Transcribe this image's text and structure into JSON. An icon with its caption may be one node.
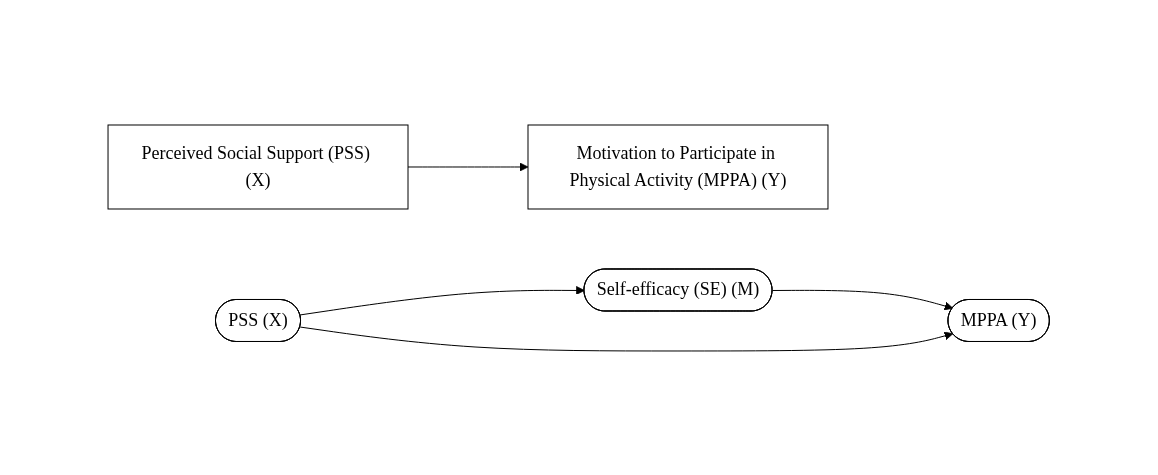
{
  "diagram": {
    "nodes": [
      {
        "text": [
          "Perceived Social Support (PSS) (X)"
        ]
      },
      {
        "text": [
          "Motivation to Participate in Physical Activity (MPPA) (Y)"
        ]
      },
      {
        "text": [
          "Self-efficacy (SE) (M)"
        ]
      },
      {
        "text": [
          "PSS (X)"
        ]
      },
      {
        "text": [
          "MPPA (Y)"
        ]
      }
    ],
    "edges": [
      {
        "from": 0,
        "to": 1,
        "arrow": "to"
      },
      {
        "from": 3,
        "to": 2,
        "arrow": "to"
      },
      {
        "from": 2,
        "to": 4,
        "arrow": "to"
      },
      {
        "from": 3,
        "to": 4,
        "arrow": "to"
      }
    ]
  }
}
